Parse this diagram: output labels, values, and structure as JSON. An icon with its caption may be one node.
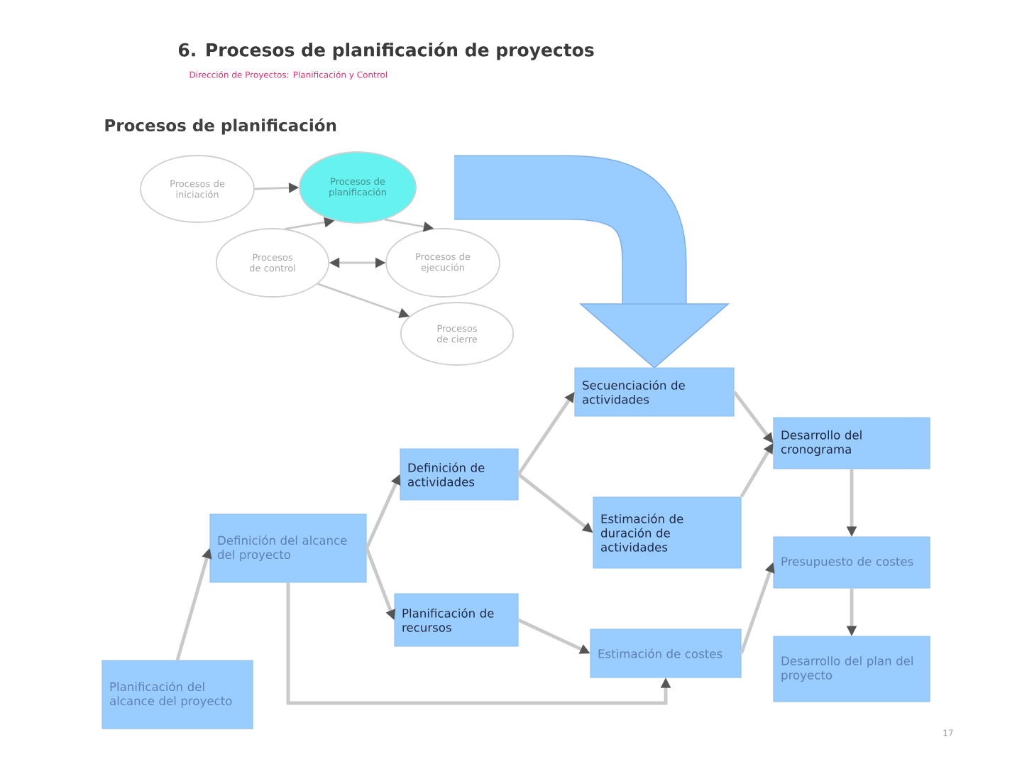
{
  "diagram": {
    "title": "6. Procesos de planificación de proyectos",
    "nodes": [
      {
        "text": [
          "Procesos de iniciación"
        ]
      },
      {
        "text": [
          "Procesos de planificación"
        ]
      },
      {
        "text": [
          "Procesos de control"
        ]
      },
      {
        "text": [
          "Procesos de ejecución"
        ]
      },
      {
        "text": [
          "Procesos de cierre"
        ]
      },
      {
        "text": [
          "Secuenciación de actividades"
        ]
      },
      {
        "text": [
          "Desarrollo del cronograma"
        ]
      },
      {
        "text": [
          "Definición de actividades"
        ]
      },
      {
        "text": [
          "Estimación de duración de actividades"
        ]
      },
      {
        "text": [
          "Definición del alcance del proyecto"
        ]
      },
      {
        "text": [
          "Presupuesto de costes"
        ]
      },
      {
        "text": [
          "Planificación de recursos"
        ]
      },
      {
        "text": [
          "Estimación de costes"
        ]
      },
      {
        "text": [
          "Desarrollo del plan del proyecto"
        ]
      },
      {
        "text": [
          "Planificación del alcance del proyecto"
        ]
      }
    ],
    "edges": [
      {
        "from": 0,
        "to": 1,
        "arrow": "to"
      },
      {
        "from": 1,
        "to": 3,
        "arrow": "to"
      },
      {
        "from": 2,
        "to": 3,
        "arrow": "both"
      },
      {
        "from": 2,
        "to": 1,
        "arrow": "to"
      },
      {
        "from": 2,
        "to": 4,
        "arrow": "to"
      },
      {
        "from": 14,
        "to": 9,
        "arrow": "to"
      },
      {
        "from": 9,
        "to": 7,
        "arrow": "to"
      },
      {
        "from": 9,
        "to": 11,
        "arrow": "to"
      },
      {
        "from": 9,
        "to": 12,
        "arrow": "to"
      },
      {
        "from": 7,
        "to": 5,
        "arrow": "to"
      },
      {
        "from": 7,
        "to": 8,
        "arrow": "to"
      },
      {
        "from": 11,
        "to": 12,
        "arrow": "to"
      },
      {
        "from": 5,
        "to": 6,
        "arrow": "to"
      },
      {
        "from": 8,
        "to": 6,
        "arrow": "to"
      },
      {
        "from": 12,
        "to": 10,
        "arrow": "to"
      },
      {
        "from": 6,
        "to": 10,
        "arrow": "to"
      },
      {
        "from": 10,
        "to": 13,
        "arrow": "to"
      }
    ],
    "labels": [
      "Dirección de Proyectos: Planificación y Control",
      "Procesos de planificación",
      "17"
    ]
  }
}
